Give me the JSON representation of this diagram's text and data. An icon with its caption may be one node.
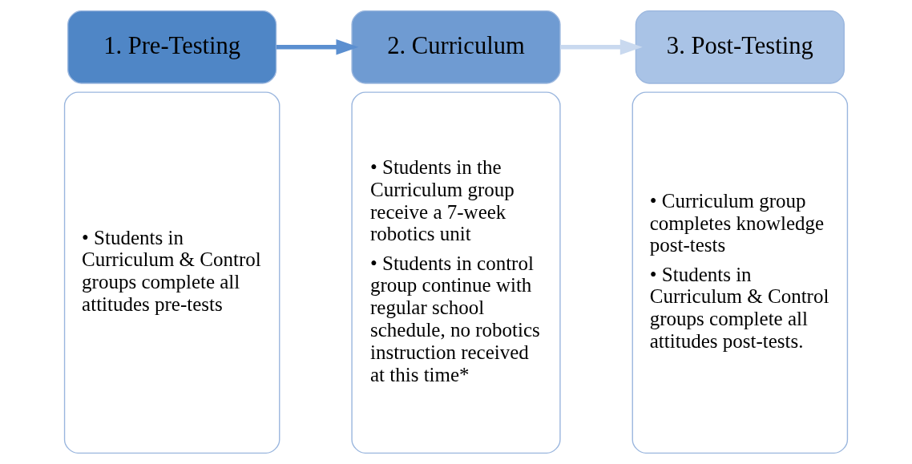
{
  "diagram": {
    "nodes": [
      {
        "text": [
          "1. Pre-Testing"
        ]
      },
      {
        "text": [
          "• Students in Curriculum & Control groups complete all attitudes pre-tests"
        ]
      },
      {
        "text": [
          "2. Curriculum"
        ]
      },
      {
        "text": [
          "• Students in the Curriculum group receive a 7-week robotics unit",
          "• Students in control group continue with regular school schedule, no robotics instruction received at this time*"
        ]
      },
      {
        "text": [
          "3. Post-Testing"
        ]
      },
      {
        "text": [
          "• Curriculum group completes knowledge post-tests",
          "• Students in Curriculum & Control groups complete all attitudes post-tests."
        ]
      }
    ],
    "edges": [
      {
        "from": 0,
        "to": 2,
        "arrow": "to",
        "color": "#5b8fd0"
      },
      {
        "from": 2,
        "to": 4,
        "arrow": "to",
        "color": "#c9d9ef"
      }
    ]
  }
}
